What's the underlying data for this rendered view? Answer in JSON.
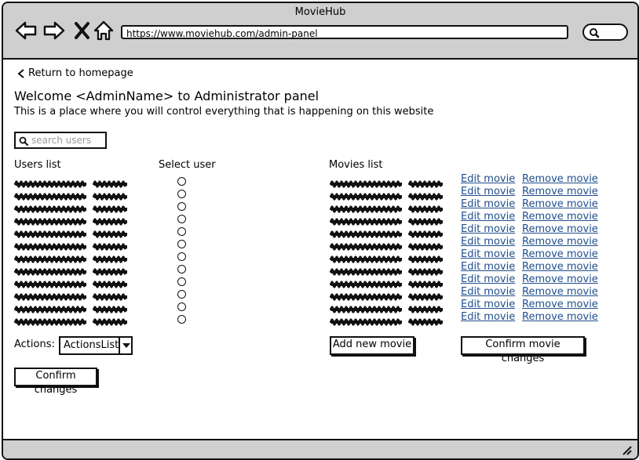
{
  "window": {
    "title": "MovieHub"
  },
  "browser": {
    "url": "https://www.moviehub.com/admin-panel"
  },
  "page": {
    "return_link": "Return to homepage",
    "title": "Welcome <AdminName> to Administrator panel",
    "subtitle": "This is a place where you will control everything that is happening on this website",
    "search_placeholder": "search users"
  },
  "users": {
    "list_header": "Users list",
    "select_header": "Select user",
    "row_count": 12
  },
  "movies": {
    "list_header": "Movies list",
    "edit_label": "Edit movie",
    "remove_label": "Remove movie",
    "row_count": 12
  },
  "actions": {
    "label": "Actions:",
    "dropdown_value": "ActionsList",
    "confirm_label": "Confirm changes"
  },
  "movie_buttons": {
    "add_label": "Add new movie",
    "confirm_label": "Confirm movie changes"
  }
}
